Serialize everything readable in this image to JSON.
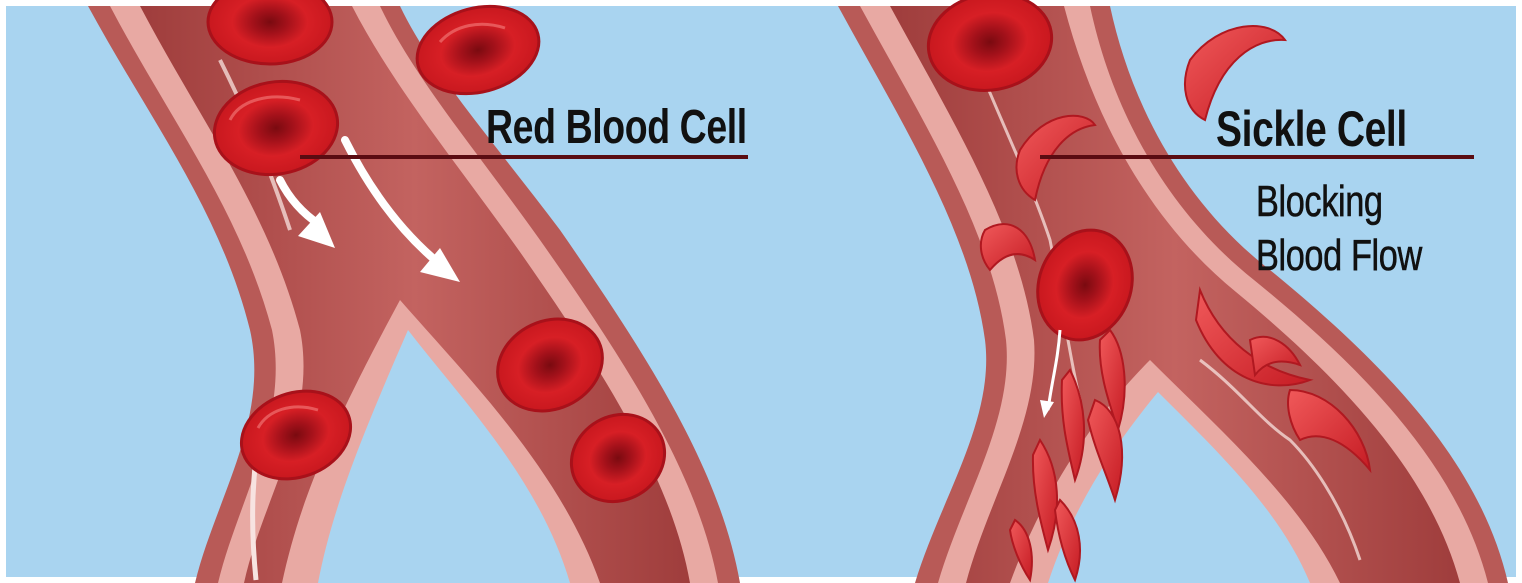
{
  "panels": {
    "left": {
      "label": "Red Blood Cell"
    },
    "right": {
      "label": "Sickle Cell",
      "caption_line1": "Blocking",
      "caption_line2": "Blood Flow"
    }
  },
  "colors": {
    "background": "#a9d4f0",
    "vessel_outer": "#b85a57",
    "vessel_wall": "#e8a9a3",
    "vessel_lumen": "#b24e4b",
    "cell": "#d21b22",
    "cell_center": "#8e0c12",
    "leader_line": "#5a0c12"
  }
}
